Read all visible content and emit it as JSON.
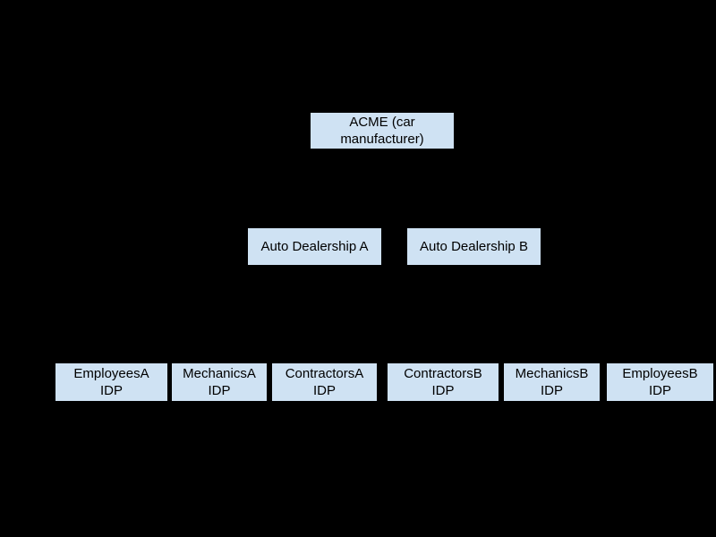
{
  "diagram": {
    "colors": {
      "background": "#000000",
      "node_fill": "#cfe2f3",
      "node_text": "#000000"
    },
    "levels": [
      {
        "name": "root",
        "nodes": [
          {
            "label": "ACME (car\nmanufacturer)"
          }
        ]
      },
      {
        "name": "dealerships",
        "nodes": [
          {
            "label": "Auto Dealership A"
          },
          {
            "label": "Auto Dealership B"
          }
        ]
      },
      {
        "name": "idps",
        "nodes": [
          {
            "label": "EmployeesA\nIDP"
          },
          {
            "label": "MechanicsA\nIDP"
          },
          {
            "label": "ContractorsA\nIDP"
          },
          {
            "label": "ContractorsB\nIDP"
          },
          {
            "label": "MechanicsB\nIDP"
          },
          {
            "label": "EmployeesB\nIDP"
          }
        ]
      }
    ]
  }
}
